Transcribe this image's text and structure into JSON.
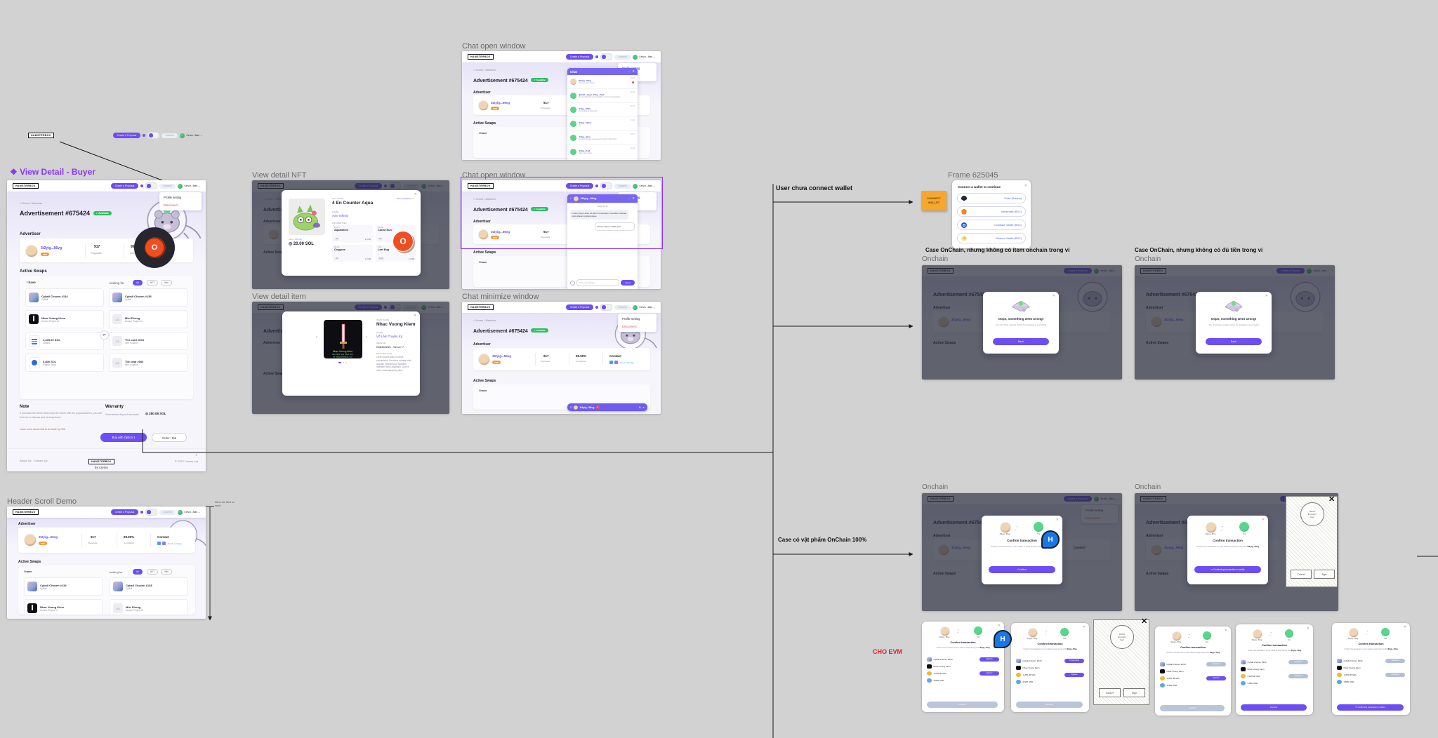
{
  "frames": {
    "view_detail_buyer": "View Detail - Buyer",
    "view_detail_nft": "View detail NFT",
    "view_detail_item": "View detail item",
    "chat_open_1": "Chat open window",
    "chat_open_2": "Chat open window",
    "chat_minimize": "Chat minimize window",
    "frame_625045": "Frame 625045",
    "header_scroll": "Header Scroll Demo",
    "onchain_err_1": "Onchain",
    "onchain_err_2": "Onchain",
    "onchain_cf_1": "Onchain",
    "onchain_cf_2": "Onchain"
  },
  "annotations": {
    "user_no_wallet": "User chưa connect wallet",
    "case_no_item": "Case OnChain, nhưng không có item onchain trong ví",
    "case_no_money": "Case OnChain, nhưng không có đủ tiền trong ví",
    "case_100": "Case có vật phẩm OnChain 100%",
    "cho_evm": "CHO EVM",
    "menu_note": "Menu bar fixed on scroll"
  },
  "app": {
    "logo": "HAMSTERBOX",
    "logo_by": "by cavies",
    "header": {
      "create_proposal": "Create a Proposal",
      "connect_pill": "Connect",
      "user": "Kelvin...Man ⌄",
      "profile_setting": "Profile setting",
      "disconnect": "Disconnect"
    },
    "breadcrumb": "⌂ Home / Member",
    "ad_title": "Advertisement #675424",
    "ad_badge": "✓ Available",
    "advertiser_label": "Advertiser",
    "advertiser": {
      "name": "3t2yig...56vg",
      "badge": "PRO",
      "stat1_value": "917",
      "stat1_label": "Proposals",
      "stat2_value": "99.90%",
      "stat2_label": "Completion",
      "contact_label": "Contact",
      "contact_link": "Send message"
    },
    "active_swaps_label": "Active Swaps",
    "swaps": {
      "i_have": "I have",
      "looking_for": "looking for",
      "filters": [
        "All",
        "NFT",
        "Item"
      ],
      "have_items": [
        {
          "name": "Cyball Chozen #134",
          "sub": "CyBall",
          "icon": "thumb-cyball"
        },
        {
          "name": "Nhac Vuong Kiem",
          "sub": "Arcane Project 4J",
          "icon": "thumb-dark"
        },
        {
          "name": "1,205.00 SOL",
          "sub": "Solana",
          "icon": "thumb-sol"
        },
        {
          "name": "3,800 SOL",
          "sub": "Paypal Swap",
          "icon": "thumb-pay"
        }
      ],
      "want_items": [
        {
          "name": "Cyball Chozen #135",
          "sub": "CyBall",
          "icon": "thumb-cyball"
        },
        {
          "name": "Mixi Phong",
          "sub": "Arcane Project 4J",
          "icon": "thumb-grey"
        },
        {
          "name": "Tier card #004",
          "sub": "Item in-game",
          "icon": "thumb-grey"
        },
        {
          "name": "Tile crab #004",
          "sub": "Item in-game",
          "icon": "thumb-grey"
        }
      ]
    },
    "note_label": "Note",
    "note_text": "If purchase the items which only the owner with the proposal items, you can feel free to discuss and all swap them.",
    "note_link": "Learn more about how to do trade by SOL",
    "warranty_label": "Warranty",
    "warranty_text": "Guarantee deposit amount:",
    "warranty_value": "◎ 280.08 SOL",
    "buy_button": "Buy with Option 1",
    "order_button": "Order / Bid",
    "footer": {
      "about": "About Us",
      "contact": "Contact Us",
      "copyright": "© 2022 Cavies Ltd."
    }
  },
  "nft_modal": {
    "name_label": "NFT NAME",
    "name": "4 En Counter Aqua",
    "explorer": "View on Explorer ↗",
    "game_label": "GAME",
    "game": "Axie Infinity",
    "price_label": "SELL PRICE",
    "price": "◎ 20.00 SOL",
    "props_label": "PROPERTIES",
    "attrs": [
      {
        "label": "BODY",
        "name": "Aquatotem",
        "badge": "5%",
        "value": "x 1.00"
      },
      {
        "label": "EARS",
        "name": "Carrot Nun",
        "badge": "3%",
        "value": "x 1.00"
      },
      {
        "label": "BACK",
        "name": "Oxygene",
        "badge": "5%",
        "value": "x 1.00"
      },
      {
        "label": "TAIL",
        "name": "Leaf Bug",
        "badge": "0.5%",
        "value": "x 2.00"
      }
    ]
  },
  "item_modal": {
    "name_label": "ITEM NAME",
    "name": "Nhac Vuong Kiem",
    "game_label": "GAME",
    "game": "Võ Lâm Truyền Kỳ",
    "server_label": "SERVER",
    "server": "K68460245 - Server 7",
    "desc_label": "DESCRIPTION",
    "desc": "Lorem ipsum dolor sit amet consectetur. Faucibus volutpat odio aliquam pellentesque faucibus molestie morbi dignissim. Quis in more nulla adipiscing nibh.",
    "img_line1": "Nhạc Vương Kiếm",
    "img_line2": "Đòn đánh vào Nhạc Phủ",
    "img_line3": "kỹ năng đối kháng +15"
  },
  "chat_list": {
    "title": "Chat",
    "rows": [
      {
        "name": "3t2yig...56vg",
        "msg": "Hey, are you there?",
        "time": "20:15",
        "avatar": "photo",
        "unread": "unread"
      },
      {
        "name": "Quách Lạng / 4rthg...2xp1",
        "msg": "Do you like the second balloon kit in hand window",
        "time": "20:13",
        "avatar": "ham"
      },
      {
        "name": "4rthg...67thj",
        "msg": "Unhooked of reported",
        "time": "20:11",
        "avatar": "ham"
      },
      {
        "name": "4rthg...12hxc",
        "msg": "Yes",
        "time": "20:10",
        "avatar": "ham"
      },
      {
        "name": "4rthg...4pnc",
        "msg": "Around the late expenses through midcontext",
        "time": "20:07",
        "avatar": "ham"
      },
      {
        "name": "4rthg...2rq1",
        "msg": "Sure, let's swap",
        "time": "20:05",
        "avatar": "ham"
      }
    ]
  },
  "chat_conv": {
    "back": "‹",
    "name": "3t2yig...56vg",
    "date": "Today 20:15",
    "received": "Lorem ipsum dolor sit amet consectetur. Faucibus volutpat odio aliquam pellentesque.",
    "sent": "Donec rutrum mattis quis.",
    "placeholder": "Type something",
    "send": "Send"
  },
  "chat_mini": {
    "name": "3t2yig...56vg",
    "badge": "2"
  },
  "wallet_modal": {
    "title": "Connect a wallet to continue",
    "sticky": "CONNECT\nWALLET",
    "options": [
      {
        "name": "Sollet (Solana)",
        "icon": "w-slope"
      },
      {
        "name": "Metamask (BSC)",
        "icon": "w-meta"
      },
      {
        "name": "Coinbase Wallet (BSC)",
        "icon": "w-coinbase"
      },
      {
        "name": "Binance Wallet (BSC)",
        "icon": "w-binance"
      }
    ]
  },
  "error_modal": {
    "title": "Oops, something went wrong!",
    "desc_item": "You don't have required item(s) for swapping in your wallet",
    "desc_money": "You don't have enough money for swapping in your wallet",
    "back": "Back"
  },
  "tx": {
    "title": "Confirm transaction",
    "desc": "Confirm the transaction in your wallet to swap item(s) with",
    "peer": "3t2yig...56vg",
    "you": "You",
    "confirm": "Confirm",
    "confirming": "⟳ Confirming transaction in wallet",
    "rows_a": [
      {
        "name": "Cyball Chozen #134",
        "icon": "i-cyball",
        "btn": "Approve",
        "cls": "b-approve"
      },
      {
        "name": "Nhac Vuong Kiem",
        "icon": "i-dark"
      },
      {
        "name": "1,205.00 SOL",
        "icon": "i-coin",
        "btn": "Approve",
        "cls": "b-approve"
      },
      {
        "name": "3,580 USD",
        "icon": "i-usd"
      }
    ],
    "rows_b": [
      {
        "name": "Cyball Chozen #134",
        "icon": "i-cyball",
        "btn": "⟳ Approving",
        "cls": "b-approve"
      },
      {
        "name": "Nhac Vuong Kiem",
        "icon": "i-dark"
      },
      {
        "name": "1,205.00 SOL",
        "icon": "i-coin",
        "btn": "Approve",
        "cls": "b-approve"
      },
      {
        "name": "3,580 USD",
        "icon": "i-usd"
      }
    ],
    "rows_c": [
      {
        "name": "Cyball Chozen #134",
        "icon": "i-cyball",
        "btn": "Approved",
        "cls": "b-approved"
      },
      {
        "name": "Nhac Vuong Kiem",
        "icon": "i-dark"
      },
      {
        "name": "1,205.00 SOL",
        "icon": "i-coin",
        "btn": "Approve",
        "cls": "b-approve"
      },
      {
        "name": "3,580 USD",
        "icon": "i-usd"
      }
    ],
    "rows_d": [
      {
        "name": "Cyball Chozen #134",
        "icon": "i-cyball",
        "btn": "Approved",
        "cls": "b-approved"
      },
      {
        "name": "Nhac Vuong Kiem",
        "icon": "i-dark"
      },
      {
        "name": "1,205.00 SOL",
        "icon": "i-coin",
        "btn": "Approved",
        "cls": "b-approved"
      },
      {
        "name": "3,580 USD",
        "icon": "i-usd"
      }
    ],
    "rows_e": [
      {
        "name": "Cyball Chozen #134",
        "icon": "i-cyball",
        "btn": "Approved",
        "cls": "b-approved"
      },
      {
        "name": "Nhac Vuong Kiem",
        "icon": "i-dark"
      },
      {
        "name": "1,205.00 SOL",
        "icon": "i-coin",
        "btn": "Approved",
        "cls": "b-approved"
      },
      {
        "name": "3,580 USD",
        "icon": "i-usd"
      }
    ]
  },
  "wireframe": {
    "logo": "Wallet\nProvider\nlogo",
    "cancel": "Cancel",
    "sign": "Sign"
  }
}
